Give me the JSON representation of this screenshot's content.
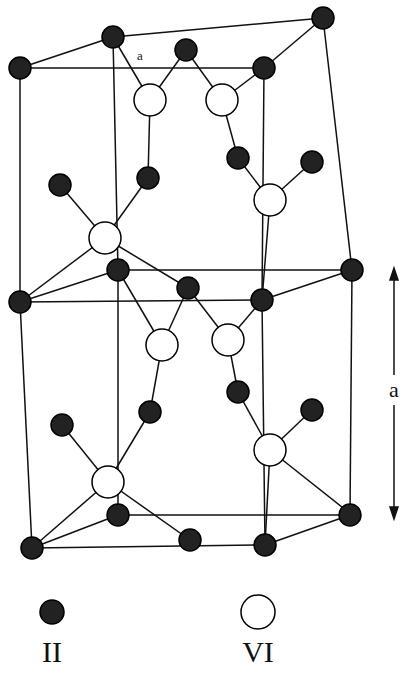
{
  "diagram": {
    "labels": [
      "a",
      "a"
    ],
    "legend": [
      {
        "text": "II"
      },
      {
        "text": "VI"
      }
    ]
  }
}
